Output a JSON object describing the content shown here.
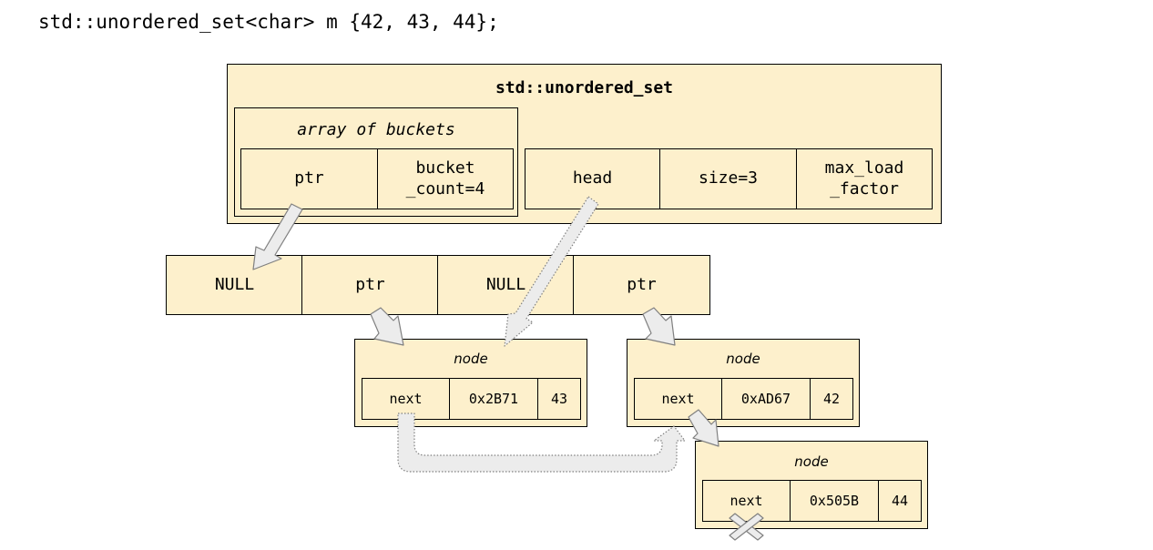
{
  "code_line": "std::unordered_set<char> m {42, 43, 44};",
  "container": {
    "title": "std::unordered_set",
    "buckets_array": {
      "label": "array of buckets",
      "ptr": "ptr",
      "bucket_count": "bucket\n_count=4"
    },
    "head": "head",
    "size": "size=3",
    "max_load_factor": "max_load\n_factor"
  },
  "buckets": [
    "NULL",
    "ptr",
    "NULL",
    "ptr"
  ],
  "nodes": [
    {
      "label": "node",
      "next": "next",
      "hash": "0x2B71",
      "value": "43"
    },
    {
      "label": "node",
      "next": "next",
      "hash": "0xAD67",
      "value": "42"
    },
    {
      "label": "node",
      "next": "next",
      "hash": "0x505B",
      "value": "44"
    }
  ],
  "colors": {
    "box_fill": "#fdf0cc",
    "arrow_fill": "#ececec",
    "arrow_stroke": "#808080"
  }
}
